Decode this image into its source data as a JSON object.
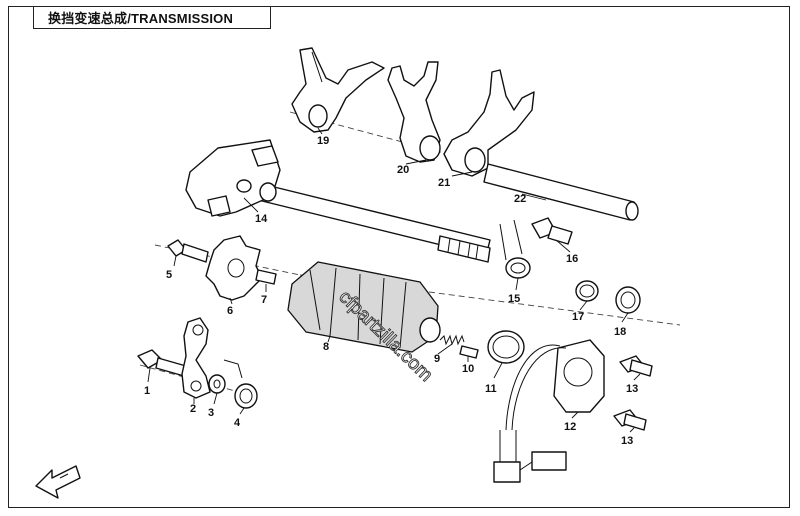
{
  "title": "换挡变速总成/TRANSMISSION",
  "watermark": "cfpartzilla.com",
  "callouts": [
    "1",
    "2",
    "3",
    "4",
    "5",
    "6",
    "7",
    "8",
    "9",
    "10",
    "11",
    "12",
    "13",
    "13",
    "14",
    "15",
    "16",
    "17",
    "18",
    "19",
    "20",
    "21",
    "22"
  ]
}
